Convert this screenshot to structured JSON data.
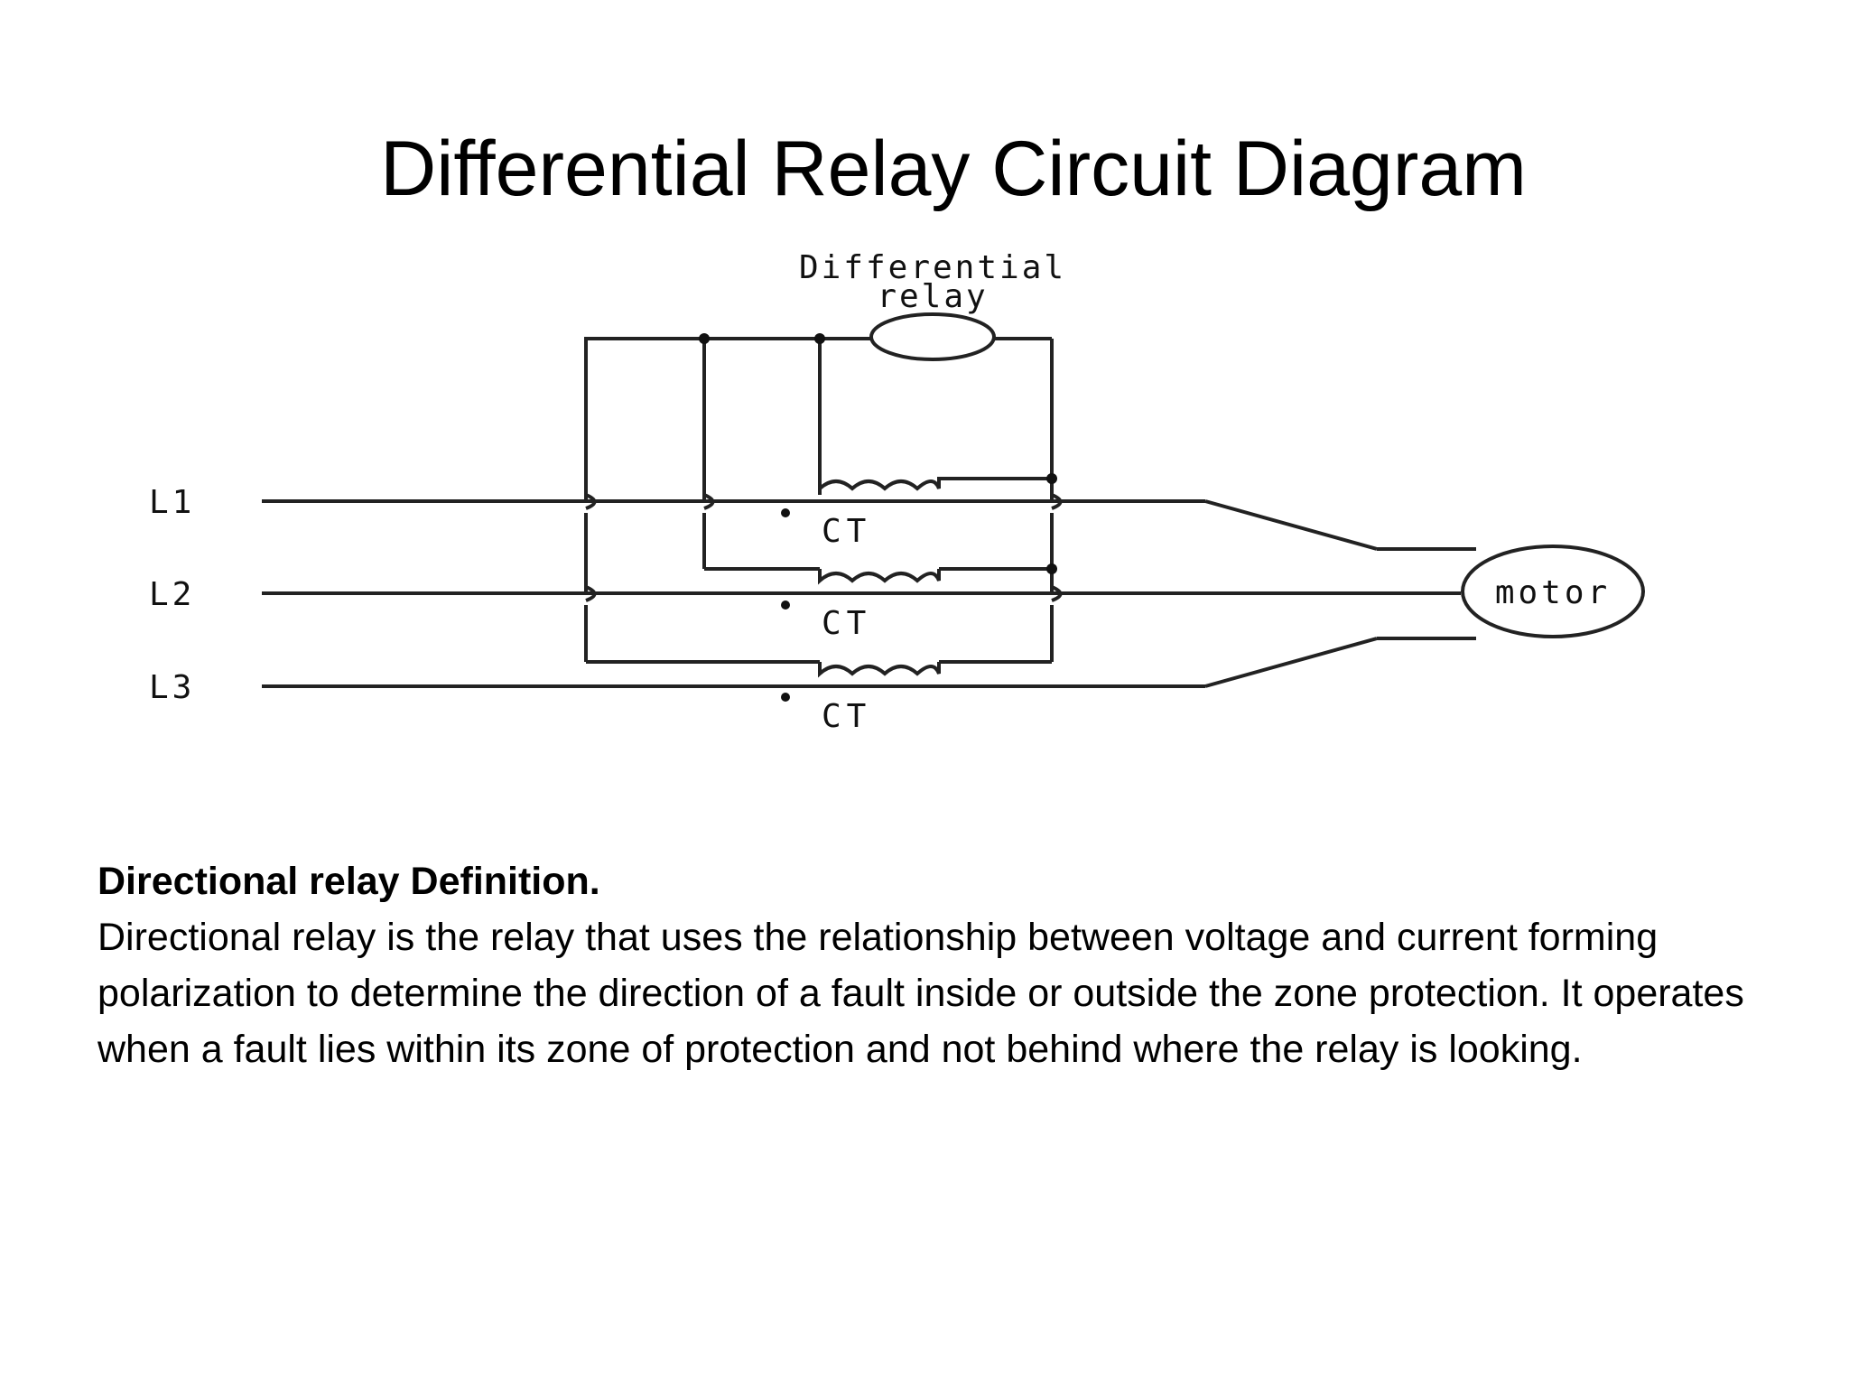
{
  "title": "Differential Relay Circuit Diagram",
  "diagram": {
    "relay_label_line1": "Differential",
    "relay_label_line2": "relay",
    "line_labels": [
      "L1",
      "L2",
      "L3"
    ],
    "ct_label": "CT",
    "motor_label": "motor"
  },
  "definition": {
    "heading": "Directional relay Definition.",
    "body": "Directional relay is the relay that uses the relationship between voltage and current forming polarization to determine the direction of a fault inside or outside the zone protection. It operates when a fault lies within its zone of protection and not behind where the relay is looking."
  }
}
